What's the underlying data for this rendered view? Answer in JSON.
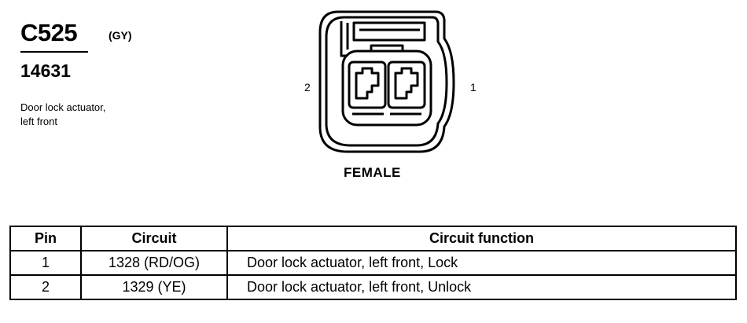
{
  "connector": {
    "code": "C525",
    "color_code": "(GY)",
    "part_number": "14631",
    "description_lines": [
      "Door lock actuator,",
      "left front"
    ],
    "gender": "FEMALE",
    "pin_labels": {
      "left": "2",
      "right": "1"
    }
  },
  "table": {
    "headers": [
      "Pin",
      "Circuit",
      "Circuit function"
    ],
    "rows": [
      [
        "1",
        "1328 (RD/OG)",
        "Door lock actuator, left front, Lock"
      ],
      [
        "2",
        "1329 (YE)",
        "Door lock actuator, left front, Unlock"
      ]
    ]
  }
}
